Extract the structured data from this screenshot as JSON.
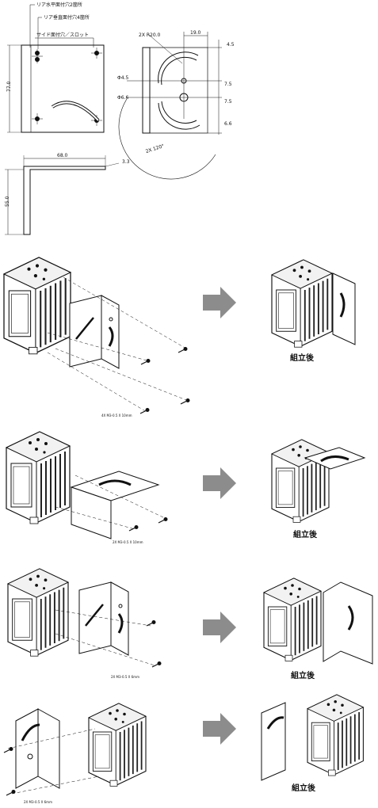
{
  "drawing": {
    "callouts": [
      "リア水平面付穴2箇所",
      "リア垂直面付穴4箇所",
      "サイド面付穴／スロット"
    ],
    "dims": {
      "height_77": "77.0",
      "r20": "2X R20.0",
      "w19": "19.0",
      "d45_right": "4.5",
      "phi45": "Φ4.5",
      "phi66": "Φ6.6",
      "d75a": "7.5",
      "d75b": "7.5",
      "d66": "6.6",
      "angle120": "2X 120°",
      "w68": "68.0",
      "t33": "3.3",
      "h55": "55.0"
    }
  },
  "steps": [
    {
      "screw_label": "4X M3-0.5 X 10mm",
      "caption": "組立後"
    },
    {
      "screw_label": "2X M3-0.5 X 10mm",
      "caption": "組立後"
    },
    {
      "screw_label": "2X M3-0.5 X 6mm",
      "caption": "組立後"
    },
    {
      "screw_label": "2X M3-0.5 X 6mm",
      "caption": "組立後"
    }
  ],
  "colors": {
    "arrow": "#8c8c8c",
    "line": "#111111",
    "device_dark": "#2a2a2a"
  }
}
